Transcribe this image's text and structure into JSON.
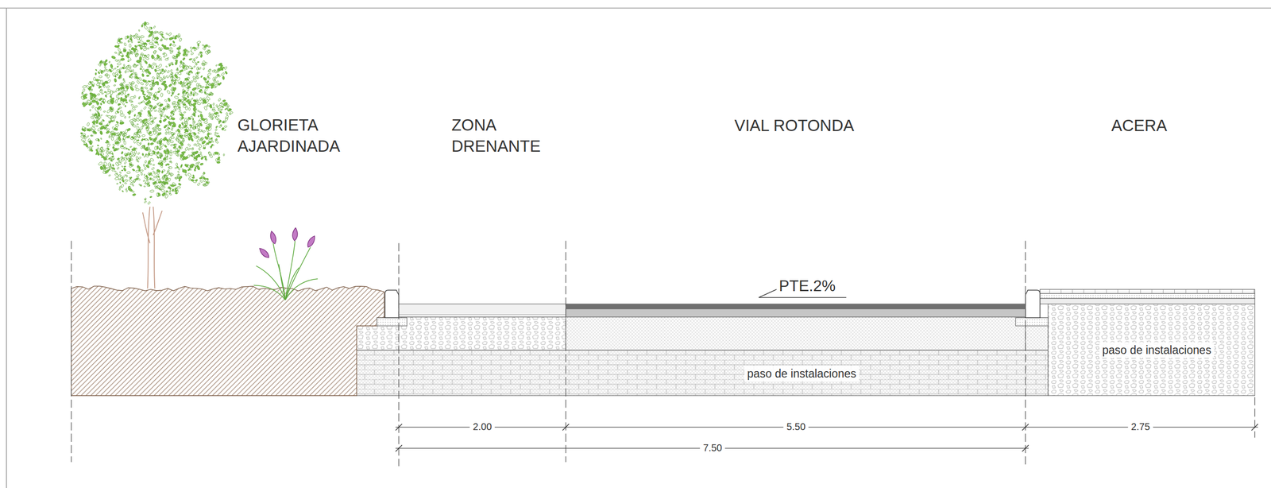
{
  "diagram": {
    "labels": [
      "GLORIETA AJARDINADA",
      "ZONA DRENANTE",
      "VIAL ROTONDA",
      "ACERA",
      "PTE.2%",
      "paso de instalaciones",
      "paso de instalaciones",
      "2.00",
      "5.50",
      "2.75",
      "7.50"
    ]
  }
}
